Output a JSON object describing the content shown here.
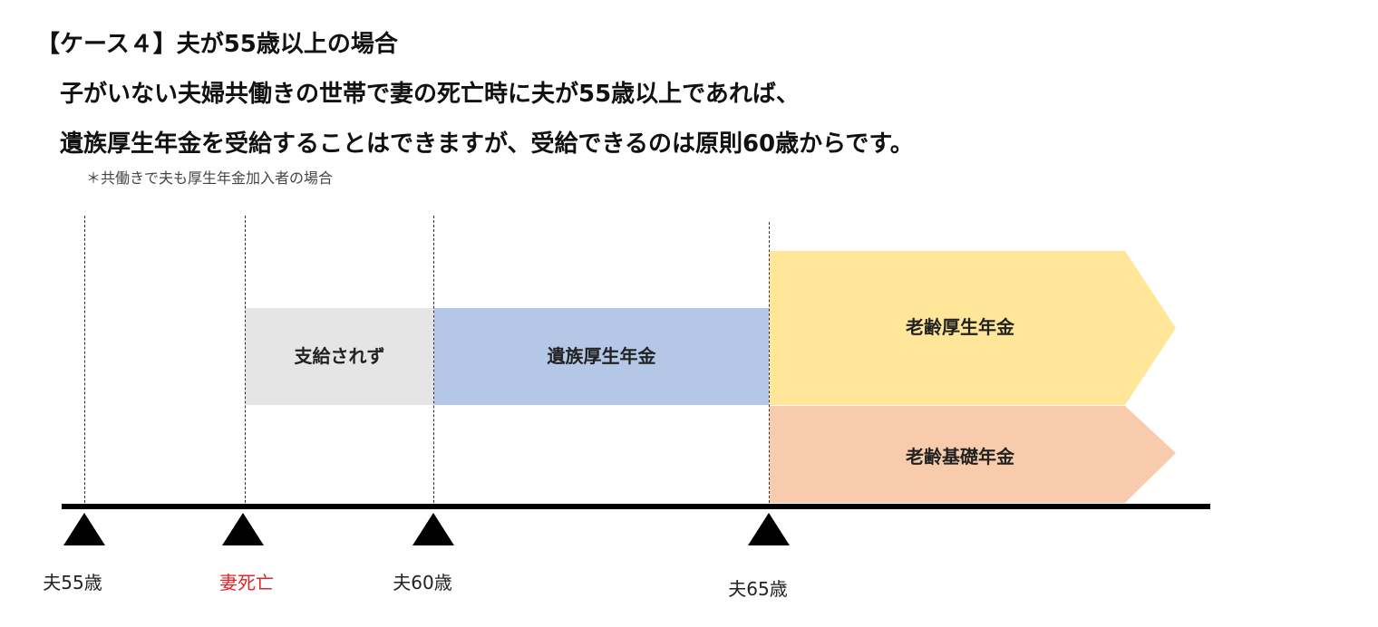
{
  "title": "【ケース４】夫が55歳以上の場合",
  "description_lines": [
    "子がいない夫婦共働きの世帯で妻の死亡時に夫が55歳以上であれば、",
    "遺族厚生年金を受給することはできますが、受給できるのは原則60歳からです。"
  ],
  "note": "＊共働きで夫も厚生年金加入者の場合",
  "bars": {
    "not_paid": "支給されず",
    "survivor_pension": "遺族厚生年金",
    "old_age_employee_pension": "老齢厚生年金",
    "old_age_basic_pension": "老齢基礎年金"
  },
  "timeline": [
    "夫55歳",
    "妻死亡",
    "夫60歳",
    "夫65歳"
  ],
  "colors": {
    "gray": "#e6e5e6",
    "blue": "#b4c7e7",
    "yellow": "#ffe699",
    "orange": "#f8cbad",
    "red": "#e0242a"
  }
}
